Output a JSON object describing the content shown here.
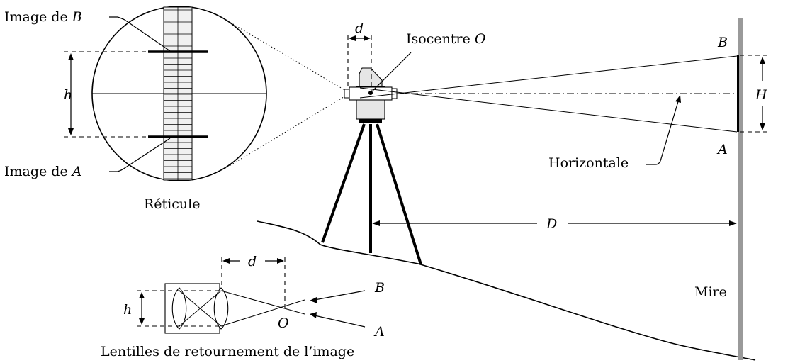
{
  "labels": {
    "image_b_prefix": "Image de ",
    "image_b_var": "B",
    "image_a_prefix": "Image de ",
    "image_a_var": "A",
    "reticle_h": "h",
    "reticle_caption": "Réticule",
    "d_top": "d",
    "isocentre_prefix": "Isocentre ",
    "isocentre_var": "O",
    "b_top": "B",
    "a_right": "A",
    "H": "H",
    "horizontale": "Horizontale",
    "D": "D",
    "mire": "Mire",
    "d_bottom": "d",
    "h_bottom": "h",
    "O_bottom": "O",
    "b_bottom": "B",
    "a_bottom": "A",
    "lens_caption": "Lentilles de retournement de l’image"
  },
  "colors": {
    "ink": "#000000",
    "staff": "#9a9a9a",
    "instrument_fill": "#e6e6e6",
    "scale_fill": "#f0f0f0"
  }
}
